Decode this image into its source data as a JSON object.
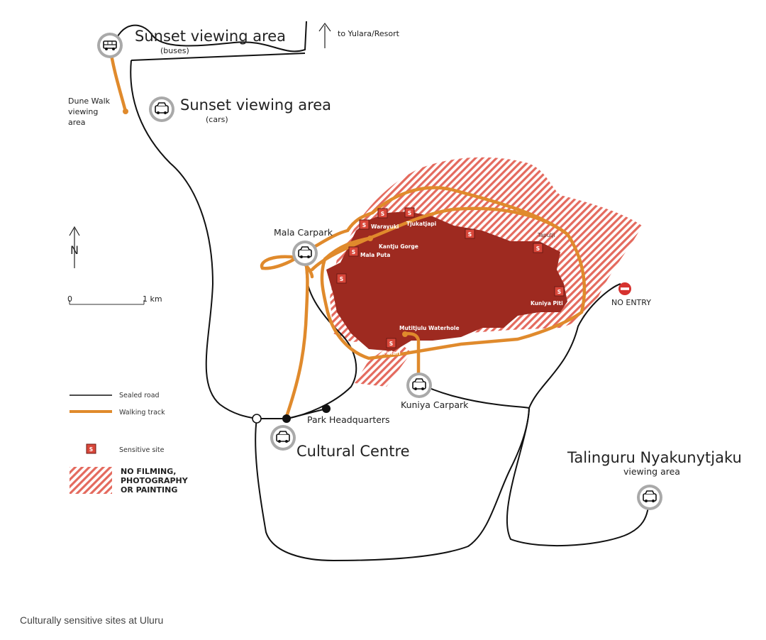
{
  "map": {
    "places": {
      "sunset_buses": {
        "title": "Sunset viewing area",
        "sub": "(buses)"
      },
      "sunset_cars": {
        "title": "Sunset viewing area",
        "sub": "(cars)"
      },
      "to_yulara": "to Yulara/Resort",
      "dune_walk": [
        "Dune Walk",
        "viewing",
        "area"
      ],
      "mala_carpark": "Mala Carpark",
      "cultural_centre": "Cultural Centre",
      "park_hq": "Park Headquarters",
      "kuniya_carpark": "Kuniya Carpark",
      "talinguru": {
        "title": "Talinguru Nyakunytjaku",
        "sub": "viewing area"
      },
      "no_entry": "NO ENTRY"
    },
    "sites": {
      "marker": "S",
      "names": [
        "Warayuki",
        "Tjukatjapi",
        "Kantju Gorge",
        "Mala Puta",
        "Taputji",
        "Kuniya Piti",
        "Mutitjulu Waterhole",
        "Pulari"
      ]
    },
    "north": "N",
    "scale": {
      "start": "0",
      "end": "1 km"
    },
    "legend": {
      "sealed_road": "Sealed road",
      "walking_track": "Walking track",
      "sensitive_site": "Sensitive site",
      "no_filming": [
        "NO FILMING,",
        "PHOTOGRAPHY",
        "OR PAINTING"
      ]
    },
    "colors": {
      "rock": "#9e2a20",
      "track": "#e08a2c",
      "hatch": "#e46a5e",
      "marker_fill": "#d9473a",
      "road": "#111111",
      "icon_ring": "#a9a9a9",
      "no_entry": "#d6322f"
    },
    "icons": [
      "bus-icon",
      "car-icon",
      "north-arrow-icon",
      "no-entry-icon",
      "up-arrow-icon"
    ]
  },
  "caption": "Culturally sensitive sites at Uluru"
}
